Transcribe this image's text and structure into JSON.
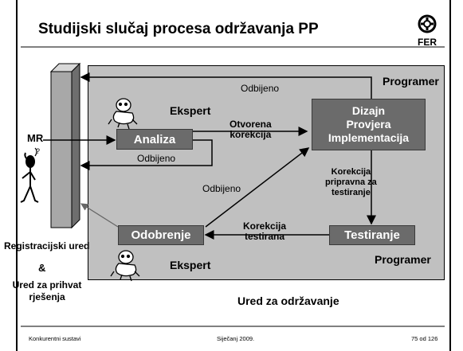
{
  "slide": {
    "title": "Studijski slučaj procesa održavanja PP",
    "logo_text": "FER"
  },
  "diagram": {
    "registry_label": "Registracijski ured",
    "ampersand": "&",
    "acceptance_label": "Ured za prihvat rješenja",
    "maintenance_label": "Ured za održavanje",
    "mr_label": "MR",
    "programer_top": "Programer",
    "programer_bottom": "Programer",
    "expert_top": "Ekspert",
    "expert_bottom": "Ekspert",
    "boxes": {
      "analiza": "Analiza",
      "dizajn": "Dizajn\nProvjera\nImplementacija",
      "testiranje": "Testiranje",
      "odobrenje": "Odobrenje"
    },
    "edges": {
      "rejected_top": "Odbijeno",
      "rejected_mid": "Odbijeno",
      "rejected_diag": "Odbijeno",
      "open_correction": "Otvorena\nkorekcija",
      "ready_for_testing": "Korekcija\npripravna za\ntestiranje",
      "tested_correction": "Korekcija\ntestirana"
    }
  },
  "footer": {
    "course": "Konkurentni sustavi",
    "date": "Siječanj 2009.",
    "page": "75 od 126"
  }
}
